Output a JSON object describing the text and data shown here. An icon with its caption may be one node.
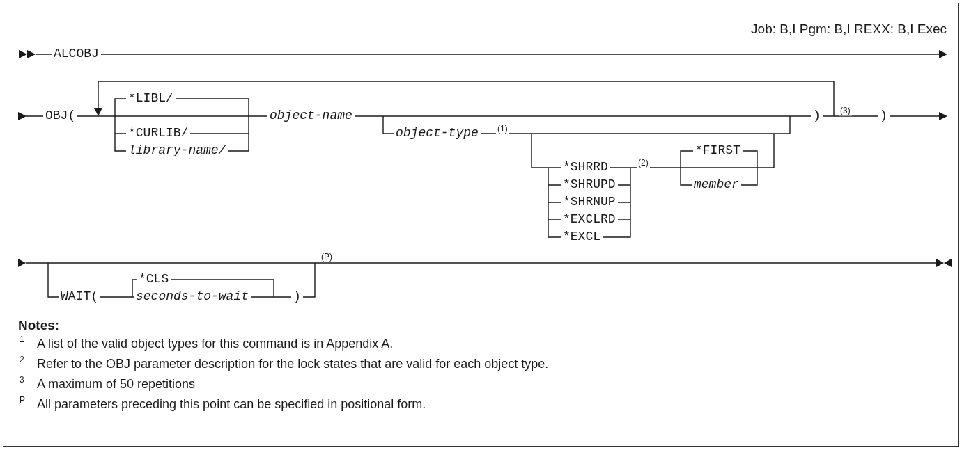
{
  "diagram": {
    "labels": [
      "Job: B,I Pgm: B,I REXX: B,I Exec",
      "ALCOBJ",
      "OBJ(",
      "*LIBL/",
      "*CURLIB/",
      "library-name/",
      "object-name",
      "object-type",
      "(1)",
      "*FIRST",
      "*SHRRD",
      "(2)",
      "*SHRUPD",
      "member",
      "*SHRNUP",
      "*EXCLRD",
      "*EXCL",
      ")",
      "(3)",
      ")",
      "*CLS",
      "WAIT(",
      "seconds-to-wait",
      ")",
      "(P)",
      "Notes:",
      "1",
      "A list of the valid object types for this command is in Appendix A.",
      "2",
      "Refer to the OBJ parameter description for the lock states that are valid for each object type.",
      "3",
      "A maximum of 50 repetitions",
      "P",
      "All parameters preceding this point can be specified in positional form."
    ]
  }
}
